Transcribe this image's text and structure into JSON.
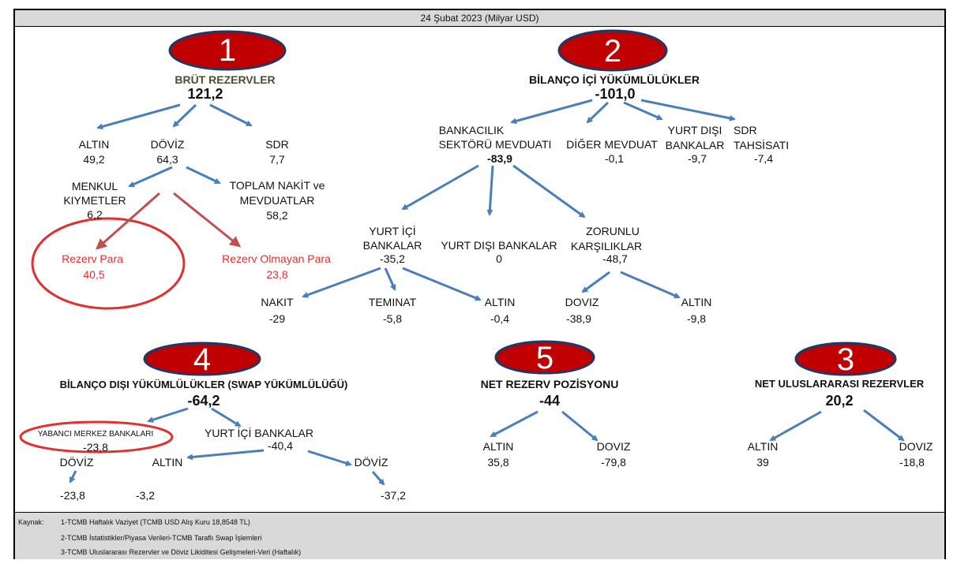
{
  "header": {
    "title": "24 Şubat 2023 (Milyar USD)"
  },
  "badges": [
    "1",
    "2",
    "4",
    "5",
    "3"
  ],
  "sections": {
    "brut": {
      "title": "BRÜT REZERVLER",
      "value": "121,2",
      "altin": {
        "label": "ALTIN",
        "value": "49,2"
      },
      "doviz": {
        "label": "DÖVİZ",
        "value": "64,3"
      },
      "sdr": {
        "label": "SDR",
        "value": "7,7"
      },
      "menkul": {
        "label1": "MENKUL",
        "label2": "KIYMETLER",
        "value": "6,2"
      },
      "nakit": {
        "label1": "TOPLAM NAKİT ve",
        "label2": "MEVDUATLAR",
        "value": "58,2"
      },
      "rezerv_para": {
        "label": "Rezerv Para",
        "value": "40,5"
      },
      "rezerv_olmayan": {
        "label": "Rezerv Olmayan Para",
        "value": "23,8"
      }
    },
    "bilanco_ici": {
      "title": "BİLANÇO İÇİ YÜKÜMLÜLÜKLER",
      "value": "-101,0",
      "bankacilik": {
        "label1": "BANKACILIK",
        "label2": "SEKTÖRÜ MEVDUATI",
        "value": "-83,9"
      },
      "diger": {
        "label": "DİĞER MEVDUAT",
        "value": "-0,1"
      },
      "yurt_disi": {
        "label1": "YURT DIŞI",
        "label2": "BANKALAR",
        "value": "-9,7"
      },
      "sdr_tahsisati": {
        "label1": "SDR",
        "label2": "TAHSİSATI",
        "value": "-7,4"
      },
      "yurt_ici_bankalar": {
        "label1": "YURT İÇİ",
        "label2": "BANKALAR",
        "value": "-35,2"
      },
      "yurt_disi_bankalar": {
        "label": "YURT DIŞI BANKALAR",
        "value": "0"
      },
      "zorunlu": {
        "label1": "ZORUNLU",
        "label2": "KARŞILIKLAR",
        "value": "-48,7"
      },
      "nakit": {
        "label": "NAKIT",
        "value": "-29"
      },
      "teminat": {
        "label": "TEMINAT",
        "value": "-5,8"
      },
      "altin1": {
        "label": "ALTIN",
        "value": "-0,4"
      },
      "doviz": {
        "label": "DOVIZ",
        "value": "-38,9"
      },
      "altin2": {
        "label": "ALTIN",
        "value": "-9,8"
      }
    },
    "bilanco_disi": {
      "title": "BİLANÇO DIŞI  YÜKÜMLÜLÜKLER (SWAP YÜKÜMLÜLÜĞÜ)",
      "value": "-64,2",
      "yabanci": {
        "label": "YABANCI MERKEZ BANKALARI",
        "value": "-23,8"
      },
      "yurt_ici": {
        "label": "YURT İÇİ BANKALAR",
        "value": "-40,4"
      },
      "doviz1": {
        "label": "DÖVİZ",
        "value": "-23,8"
      },
      "altin": {
        "label": "ALTIN",
        "value": "-3,2"
      },
      "doviz2": {
        "label": "DÖVİZ",
        "value": "-37,2"
      }
    },
    "net_rezerv": {
      "title": "NET REZERV POZİSYONU",
      "value": "-44",
      "altin": {
        "label": "ALTIN",
        "value": "35,8"
      },
      "doviz": {
        "label": "DOVIZ",
        "value": "-79,8"
      }
    },
    "net_uluslararasi": {
      "title": "NET ULUSLARARASI REZERVLER",
      "value": "20,2",
      "altin": {
        "label": "ALTIN",
        "value": "39"
      },
      "doviz": {
        "label": "DOVIZ",
        "value": "-18,8"
      }
    }
  },
  "footer": {
    "kaynak": "Kaynak:",
    "lines": [
      "1-TCMB Haftalık Vaziyet (TCMB USD Alış Kuru 18,8548 TL)",
      "2-TCMB İstatistikler/Piyasa Verileri-TCMB Taraflı Swap İşlemleri",
      "3-TCMB Uluslararası Rezervler ve Döviz Likiditesi Gelişmeleri-Veri (Haftalık)"
    ]
  },
  "colors": {
    "arrow": "#4a7ebb",
    "red_arrow": "#c0504d",
    "badge_fill": "#c00000",
    "highlight": "#e03030"
  }
}
